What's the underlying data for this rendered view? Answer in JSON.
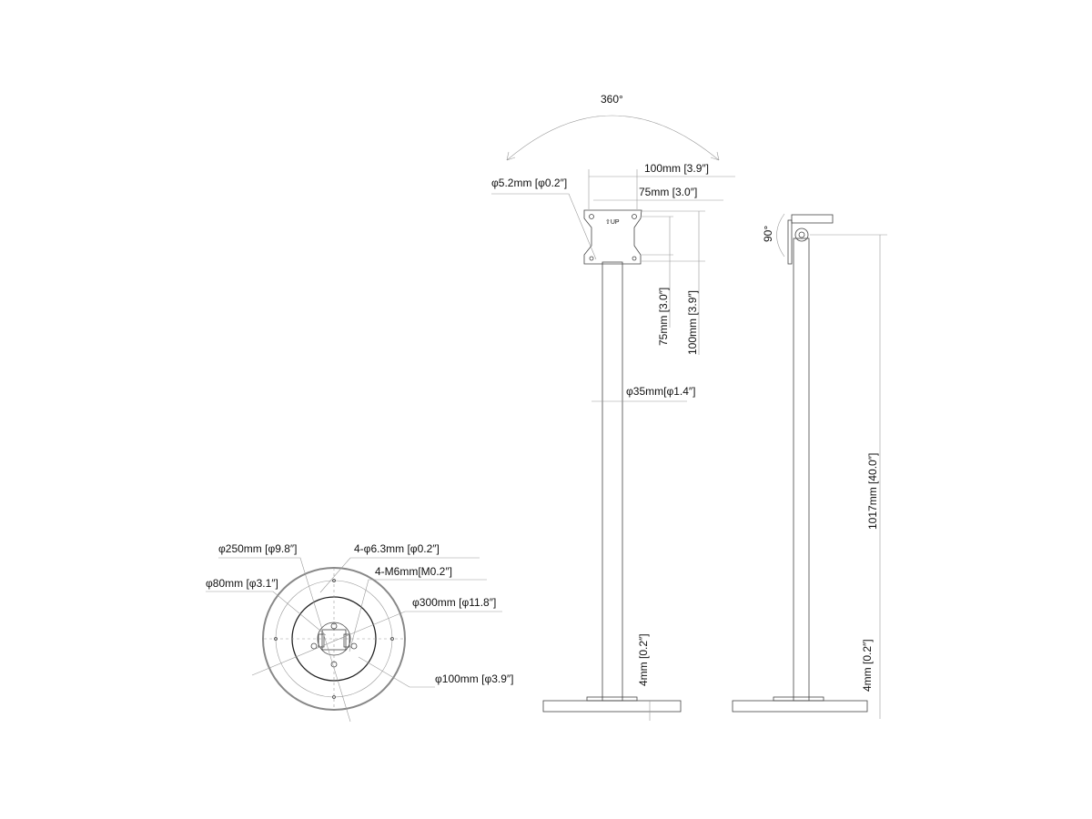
{
  "front_view": {
    "rotation": "360°",
    "hole_diameter": "φ5.2mm [φ0.2″]",
    "vesa_width_100": "100mm [3.9″]",
    "vesa_width_75": "75mm [3.0″]",
    "vesa_height_75": "75mm [3.0″]",
    "vesa_height_100": "100mm [3.9″]",
    "up_marker": "⇧UP",
    "pole_diameter": "φ35mm[φ1.4″]",
    "base_thickness": "4mm [0.2″]"
  },
  "side_view": {
    "tilt": "90°",
    "height": "1017mm [40.0″]",
    "base_thickness": "4mm [0.2″]"
  },
  "base_view": {
    "bolt_circle": "φ250mm [φ9.8″]",
    "holes": "4-φ6.3mm [φ0.2″]",
    "inner_diameter": "φ80mm [φ3.1″]",
    "threads": "4-M6mm[M0.2″]",
    "outer_diameter": "φ300mm [φ11.8″]",
    "plate_diameter": "φ100mm [φ3.9″]"
  }
}
